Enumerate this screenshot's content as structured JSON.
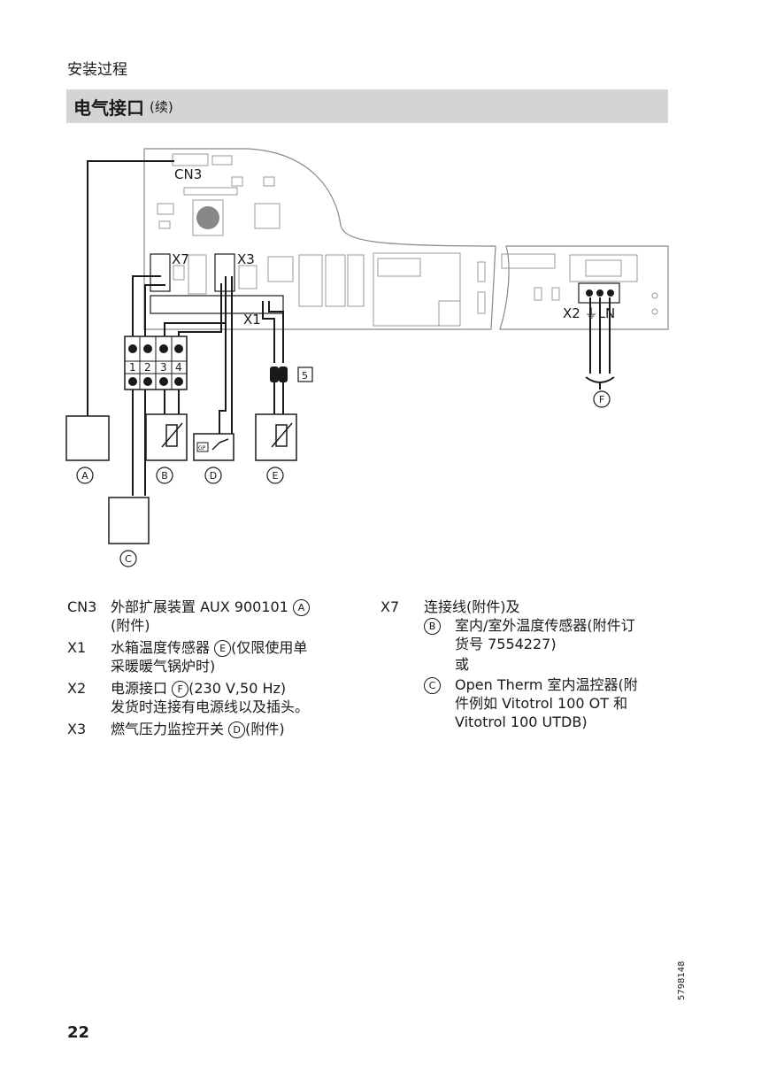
{
  "header": {
    "section_label": "安装过程",
    "title": "电气接口",
    "title_suffix": "(续)"
  },
  "diagram": {
    "connectors": {
      "cn3": "CN3",
      "x7": "X7",
      "x3": "X3",
      "x1": "X1",
      "x2": "X2 ⏚LN"
    },
    "terminals": [
      "1",
      "2",
      "3",
      "4"
    ],
    "cable_marker": "5",
    "callouts": {
      "a": "A",
      "b": "B",
      "c": "C",
      "d": "D",
      "e": "E",
      "f": "F"
    },
    "switch_label": "GP"
  },
  "legend_left": [
    {
      "key": "CN3",
      "pre": "外部扩展装置 AUX 900101",
      "badge": "A",
      "post": "",
      "line2": "(附件)"
    },
    {
      "key": "X1",
      "pre": "水箱温度传感器",
      "badge": "E",
      "post": "(仅限使用单",
      "line2": "采暖暖气锅炉时)"
    },
    {
      "key": "X2",
      "pre": "电源接口",
      "badge": "F",
      "post": "(230 V,50 Hz)",
      "line2": "发货时连接有电源线以及插头。"
    },
    {
      "key": "X3",
      "pre": "燃气压力监控开关",
      "badge": "D",
      "post": "(附件)",
      "line2": ""
    }
  ],
  "legend_right": {
    "key": "X7",
    "intro": "连接线(附件)及",
    "item_b": {
      "badge": "B",
      "line1": "室内/室外温度传感器(附件订",
      "line2": "货号 7554227)"
    },
    "or": "或",
    "item_c": {
      "badge": "C",
      "line1": "Open Therm 室内温控器(附",
      "line2": "件例如 Vitotrol 100 OT 和",
      "line3": "Vitotrol 100 UTDB)"
    }
  },
  "footer": {
    "page_number": "22",
    "doc_code": "5798148"
  }
}
